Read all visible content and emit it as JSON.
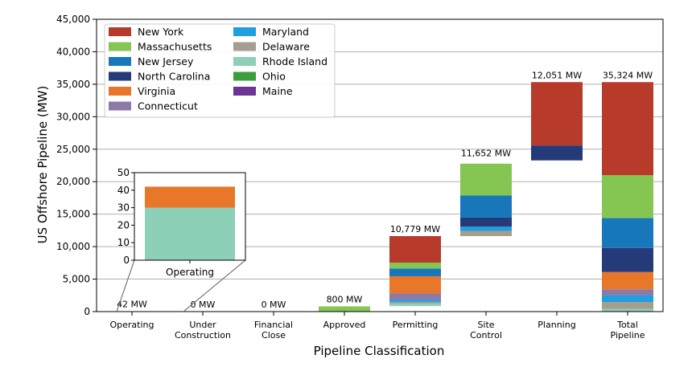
{
  "chart_data": {
    "type": "bar",
    "stacked": true,
    "xlabel": "Pipeline Classification",
    "ylabel": "US Offshore Pipeline (MW)",
    "ylim": [
      0,
      45000
    ],
    "yticks": [
      0,
      5000,
      10000,
      15000,
      20000,
      25000,
      30000,
      35000,
      40000,
      45000
    ],
    "ytick_labels": [
      "0",
      "5,000",
      "10,000",
      "15,000",
      "20,000",
      "25,000",
      "30,000",
      "35,000",
      "40,000",
      "45,000"
    ],
    "grid": "horizontal",
    "legend_position": "top-left",
    "categories": [
      [
        "Operating"
      ],
      [
        "Under",
        "Construction"
      ],
      [
        "Financial",
        "Close"
      ],
      [
        "Approved"
      ],
      [
        "Permitting"
      ],
      [
        "Site",
        "Control"
      ],
      [
        "Planning"
      ],
      [
        "Total",
        "Pipeline"
      ]
    ],
    "total_labels": [
      "42 MW",
      "0 MW",
      "0 MW",
      "800 MW",
      "10,779 MW",
      "11,652 MW",
      "12,051 MW",
      "35,324 MW"
    ],
    "bar_ranges": [
      {
        "bottom": 0,
        "top": 42
      },
      {
        "bottom": 0,
        "top": 0
      },
      {
        "bottom": 0,
        "top": 0
      },
      {
        "bottom": 0,
        "top": 800
      },
      {
        "bottom": 842,
        "top": 11621
      },
      {
        "bottom": 11621,
        "top": 23273
      },
      {
        "bottom": 23273,
        "top": 35324
      },
      {
        "bottom": 0,
        "top": 35324
      }
    ],
    "series": [
      {
        "name": "Ohio",
        "color": "#3a9e3a",
        "values": [
          0,
          0,
          0,
          0,
          0,
          0,
          0,
          0
        ]
      },
      {
        "name": "Rhode Island",
        "color": "#8ecfb8",
        "values": [
          30,
          0,
          0,
          0,
          400,
          0,
          0,
          430
        ]
      },
      {
        "name": "Delaware",
        "color": "#a59e90",
        "values": [
          0,
          0,
          0,
          0,
          250,
          800,
          0,
          1050
        ]
      },
      {
        "name": "Maryland",
        "color": "#1f9ee0",
        "values": [
          0,
          0,
          0,
          0,
          350,
          650,
          0,
          1000
        ]
      },
      {
        "name": "Connecticut",
        "color": "#8c79a8",
        "values": [
          0,
          0,
          0,
          0,
          950,
          0,
          0,
          950
        ]
      },
      {
        "name": "Virginia",
        "color": "#e8772a",
        "values": [
          12,
          0,
          0,
          0,
          2650,
          0,
          0,
          2662
        ]
      },
      {
        "name": "North Carolina",
        "color": "#253a78",
        "values": [
          0,
          0,
          0,
          0,
          0,
          1400,
          2300,
          3700
        ]
      },
      {
        "name": "New Jersey",
        "color": "#1877bb",
        "values": [
          0,
          0,
          0,
          0,
          1200,
          3400,
          0,
          4600
        ]
      },
      {
        "name": "Massachusetts",
        "color": "#85c653",
        "values": [
          0,
          0,
          0,
          800,
          900,
          4900,
          0,
          6600
        ]
      },
      {
        "name": "New York",
        "color": "#b83a2a",
        "values": [
          0,
          0,
          0,
          0,
          4079,
          0,
          9751,
          14330
        ]
      },
      {
        "name": "Maine",
        "color": "#6b3596",
        "values": [
          0,
          0,
          0,
          0,
          0,
          0,
          0,
          0
        ]
      }
    ],
    "legend_order": [
      "New York",
      "Massachusetts",
      "New Jersey",
      "North Carolina",
      "Virginia",
      "Connecticut",
      "Maryland",
      "Delaware",
      "Rhode Island",
      "Ohio",
      "Maine"
    ],
    "inset": {
      "category": "Operating",
      "ylim": [
        0,
        50
      ],
      "yticks": [
        0,
        10,
        20,
        30,
        40,
        50
      ],
      "segments": [
        {
          "name": "Rhode Island",
          "value": 30
        },
        {
          "name": "Virginia",
          "value": 12
        }
      ]
    }
  }
}
